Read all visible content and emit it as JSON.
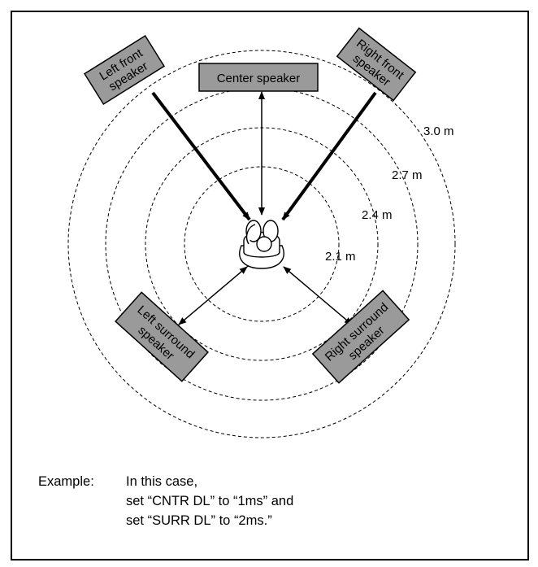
{
  "speakers": {
    "left_front": [
      "Left front",
      "speaker"
    ],
    "center": "Center speaker",
    "right_front": [
      "Right front",
      "speaker"
    ],
    "left_surround": [
      "Left surround",
      "speaker"
    ],
    "right_surround": [
      "Right surround",
      "speaker"
    ]
  },
  "distances": {
    "d1": "2.1 m",
    "d2": "2.4 m",
    "d3": "2.7 m",
    "d4": "3.0 m"
  },
  "example": {
    "label": "Example:",
    "line1": "In this case,",
    "line2": "set “CNTR DL” to “1ms” and",
    "line3": "set “SURR DL” to “2ms.”"
  }
}
